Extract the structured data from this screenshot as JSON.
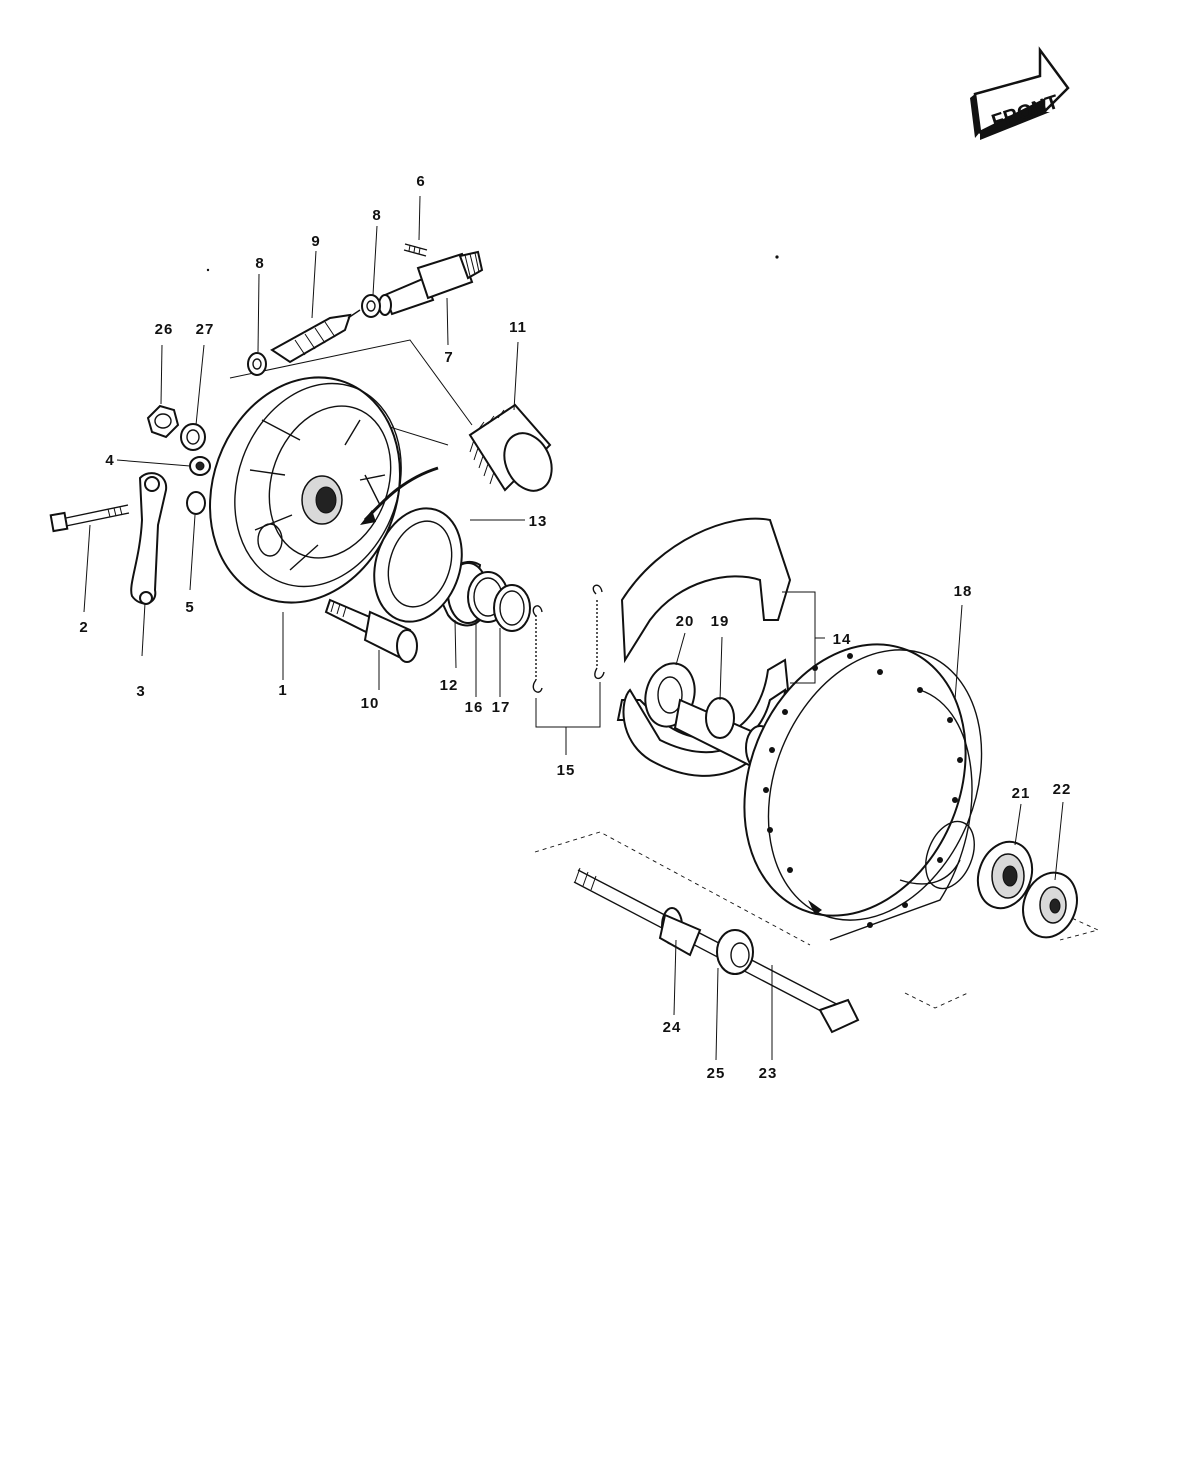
{
  "front_label": "FRONT",
  "parts": [
    {
      "id": "1",
      "label": "1"
    },
    {
      "id": "2",
      "label": "2"
    },
    {
      "id": "3",
      "label": "3"
    },
    {
      "id": "4",
      "label": "4"
    },
    {
      "id": "5",
      "label": "5"
    },
    {
      "id": "6",
      "label": "6"
    },
    {
      "id": "7",
      "label": "7"
    },
    {
      "id": "8a",
      "label": "8"
    },
    {
      "id": "8b",
      "label": "8"
    },
    {
      "id": "9",
      "label": "9"
    },
    {
      "id": "10",
      "label": "10"
    },
    {
      "id": "11",
      "label": "11"
    },
    {
      "id": "12",
      "label": "12"
    },
    {
      "id": "13",
      "label": "13"
    },
    {
      "id": "14",
      "label": "14"
    },
    {
      "id": "15",
      "label": "15"
    },
    {
      "id": "16",
      "label": "16"
    },
    {
      "id": "17",
      "label": "17"
    },
    {
      "id": "18",
      "label": "18"
    },
    {
      "id": "19",
      "label": "19"
    },
    {
      "id": "20",
      "label": "20"
    },
    {
      "id": "21",
      "label": "21"
    },
    {
      "id": "22",
      "label": "22"
    },
    {
      "id": "23",
      "label": "23"
    },
    {
      "id": "24",
      "label": "24"
    },
    {
      "id": "25",
      "label": "25"
    },
    {
      "id": "26",
      "label": "26"
    },
    {
      "id": "27",
      "label": "27"
    }
  ]
}
